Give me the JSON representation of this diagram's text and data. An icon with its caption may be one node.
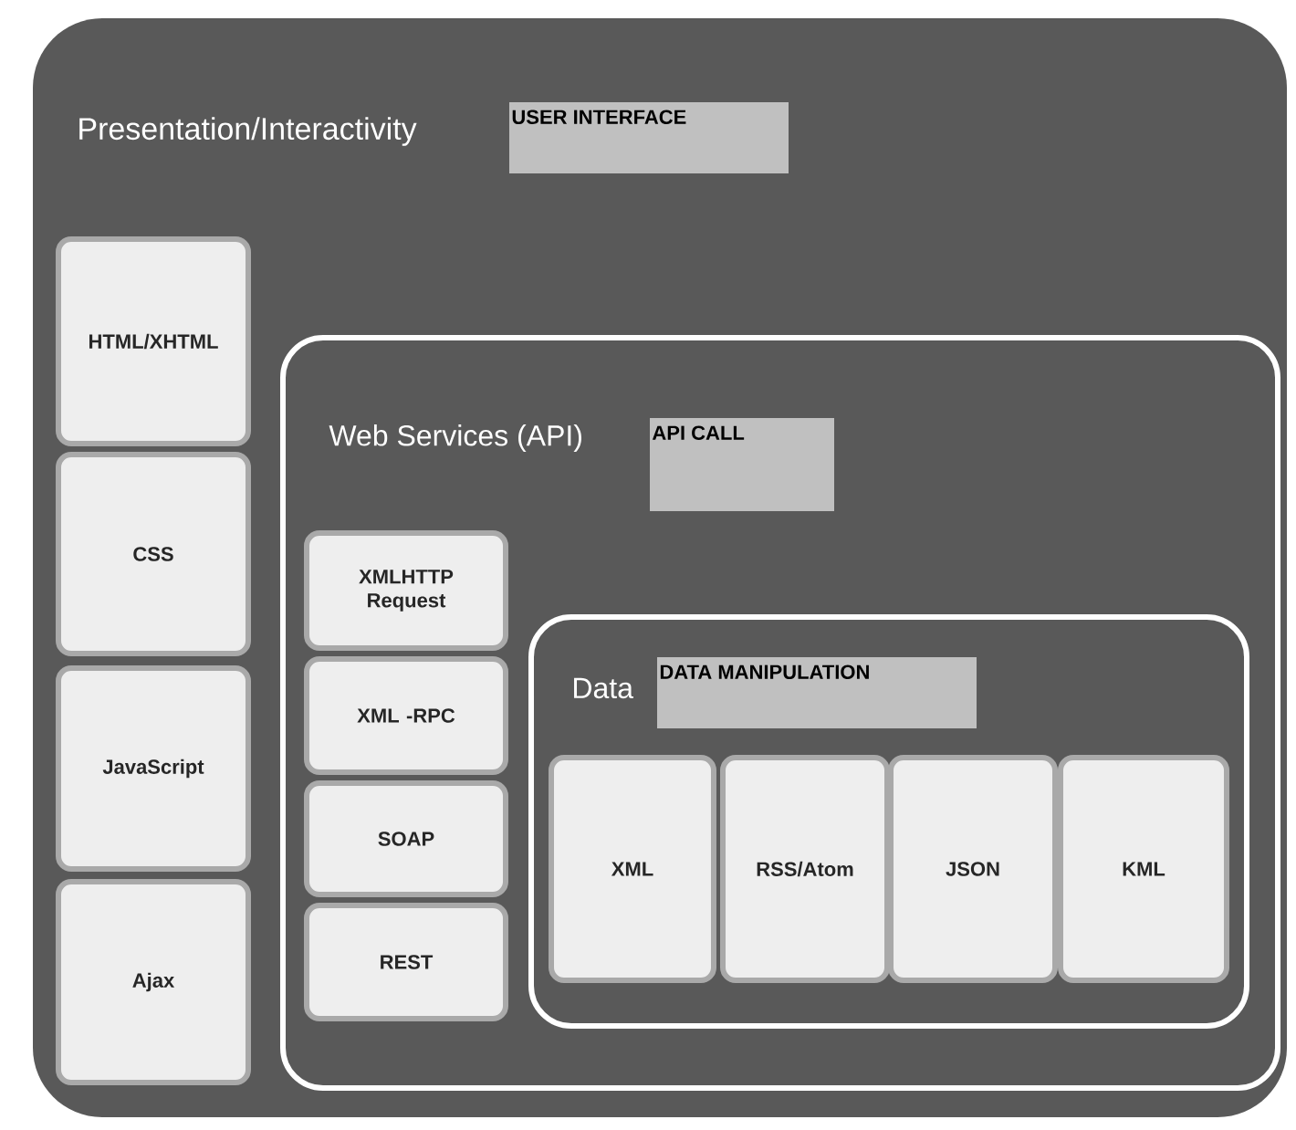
{
  "diagram": {
    "nodes": [
      {
        "text": [
          "Presentation/Interactivity"
        ]
      },
      {
        "text": [
          "USER INTERFACE"
        ],
        "in": 0
      },
      {
        "text": [
          "HTML/XHTML"
        ],
        "in": 0
      },
      {
        "text": [
          "CSS"
        ],
        "in": 0
      },
      {
        "text": [
          "JavaScript"
        ],
        "in": 0
      },
      {
        "text": [
          "Ajax"
        ],
        "in": 0
      },
      {
        "text": [
          "Web Services (API)"
        ],
        "in": 0
      },
      {
        "text": [
          "API CALL"
        ],
        "in": 6
      },
      {
        "text": [
          "XMLHTTP Request"
        ],
        "in": 6
      },
      {
        "text": [
          "XML -RPC"
        ],
        "in": 6
      },
      {
        "text": [
          "SOAP"
        ],
        "in": 6
      },
      {
        "text": [
          "REST"
        ],
        "in": 6
      },
      {
        "text": [
          "Data"
        ],
        "in": 6
      },
      {
        "text": [
          "DATA MANIPULATION"
        ],
        "in": 12
      },
      {
        "text": [
          "XML"
        ],
        "in": 12
      },
      {
        "text": [
          "RSS/Atom"
        ],
        "in": 12
      },
      {
        "text": [
          "JSON"
        ],
        "in": 12
      },
      {
        "text": [
          "KML"
        ],
        "in": 12
      }
    ]
  }
}
